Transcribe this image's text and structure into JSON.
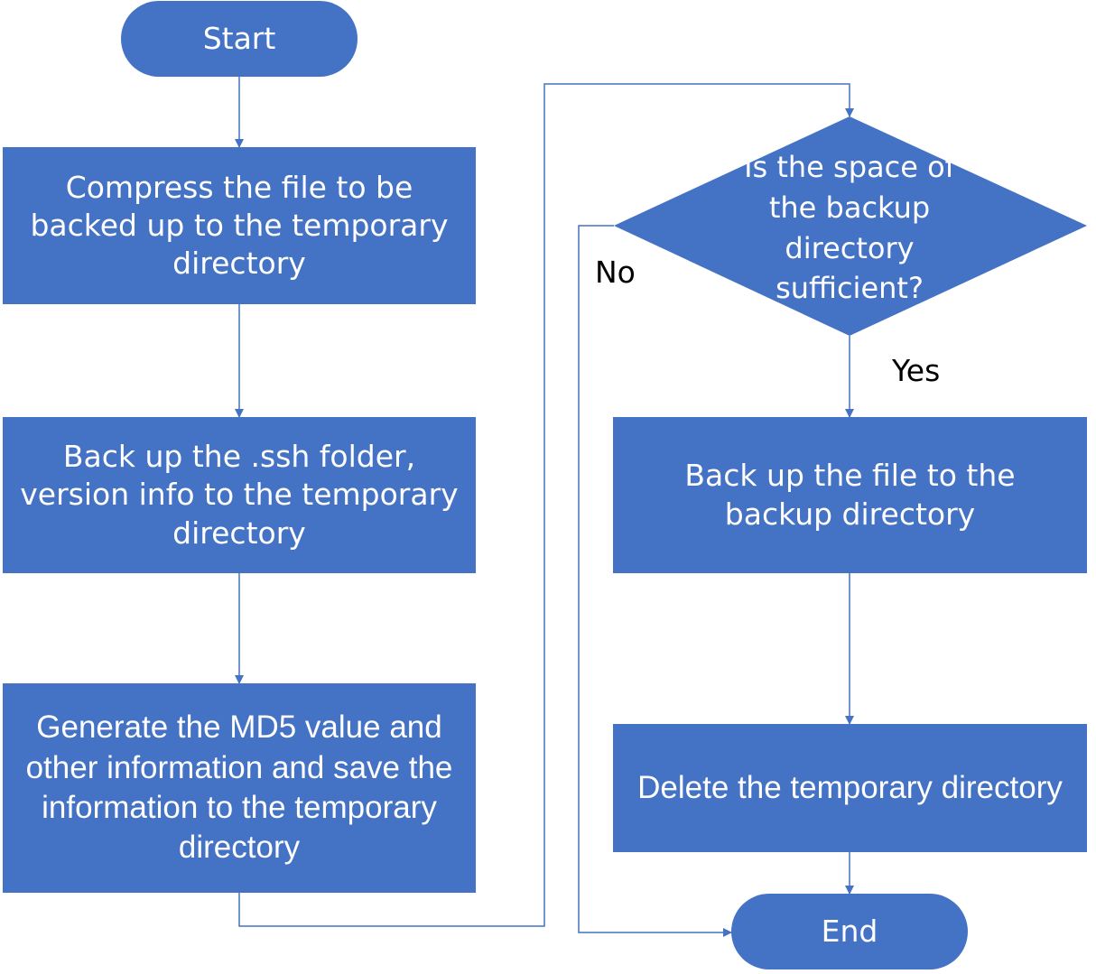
{
  "nodes": {
    "start": "Start",
    "compress": "Compress the file to be backed up to the temporary directory",
    "backup_ssh": "Back up the .ssh folder, version info to the temporary directory",
    "generate_md5": "Generate the MD5 value and other information and save the information to the temporary directory",
    "decision": "Is the space of the backup directory sufficient?",
    "backup_file": "Back up the file to the backup directory",
    "delete_temp": "Delete the temporary directory",
    "end": "End"
  },
  "edge_labels": {
    "no": "No",
    "yes": "Yes"
  },
  "colors": {
    "node_fill": "#4472C4",
    "node_text": "#FFFFFF",
    "edge": "#4472C4"
  }
}
